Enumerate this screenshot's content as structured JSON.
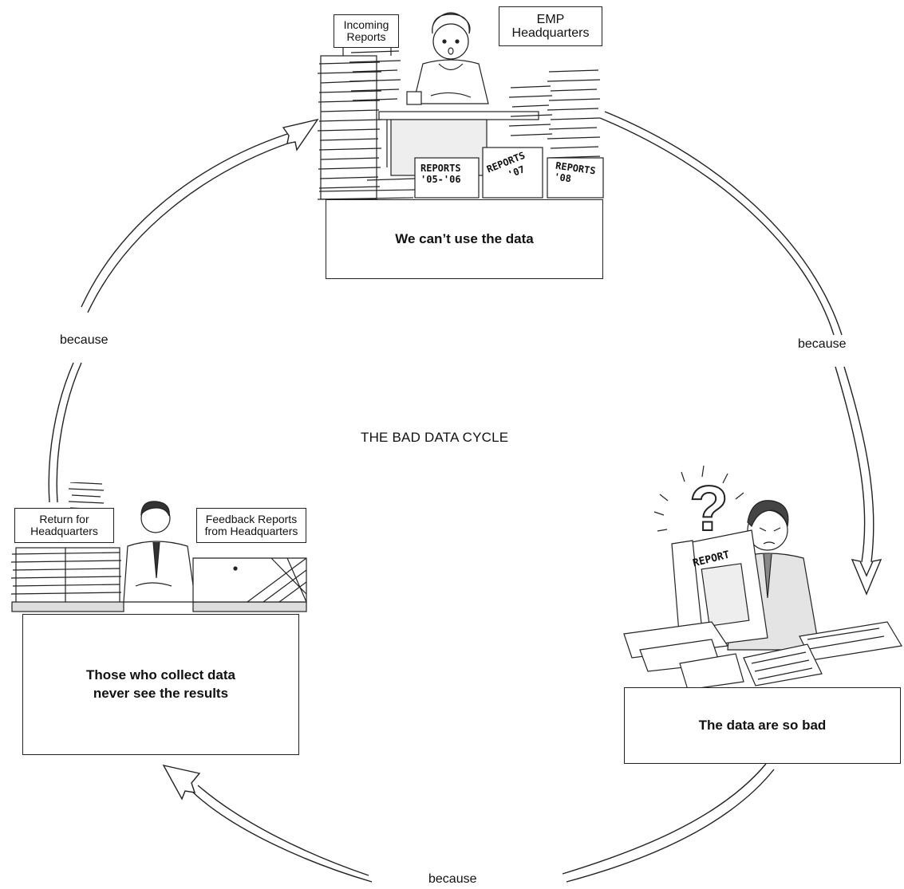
{
  "diagram": {
    "title": "THE BAD DATA CYCLE",
    "connector_label": "because",
    "nodes": {
      "top": {
        "caption": "We can’t use the data",
        "signs": {
          "incoming_line1": "Incoming",
          "incoming_line2": "Reports",
          "hq_line1": "EMP",
          "hq_line2": "Headquarters"
        },
        "boxes": {
          "a_line1": "REPORTS",
          "a_line2": "'05-'06",
          "b_line1": "REPORTS",
          "b_line2": "'07",
          "c_line1": "REPORTS",
          "c_line2": "'08"
        }
      },
      "right": {
        "caption": "The data are so bad",
        "document_label": "REPORT",
        "question_mark": "?"
      },
      "left": {
        "caption_line1": "Those who collect data",
        "caption_line2": "never see the results",
        "signs": {
          "return_line1": "Return for",
          "return_line2": "Headquarters",
          "feedback_line1": "Feedback Reports",
          "feedback_line2": "from Headquarters"
        }
      }
    },
    "colors": {
      "ink": "#222222",
      "paper": "#ffffff"
    }
  }
}
